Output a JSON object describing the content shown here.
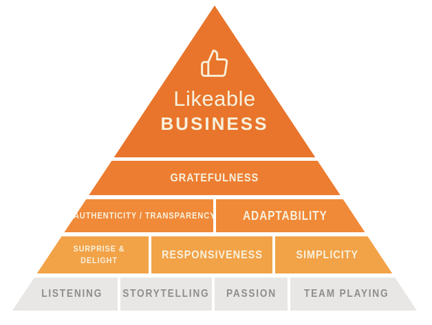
{
  "pyramid": {
    "apex": {
      "icon": "thumbs-up",
      "title_line1": "Likeable",
      "title_line2": "BUSINESS"
    },
    "tiers": [
      {
        "name": "gratefulness-tier",
        "cells": [
          {
            "label": "GRATEFULNESS"
          }
        ]
      },
      {
        "name": "authenticity-adaptability-tier",
        "cells": [
          {
            "label": "AUTHENTICITY / TRANSPARENCY"
          },
          {
            "label": "ADAPTABILITY"
          }
        ]
      },
      {
        "name": "surprise-responsiveness-simplicity-tier",
        "cells": [
          {
            "label": "SURPRISE & DELIGHT"
          },
          {
            "label": "RESPONSIVENESS"
          },
          {
            "label": "SIMPLICITY"
          }
        ]
      },
      {
        "name": "foundation-tier",
        "cells": [
          {
            "label": "LISTENING"
          },
          {
            "label": "STORYTELLING"
          },
          {
            "label": "PASSION"
          },
          {
            "label": "TEAM PLAYING"
          }
        ]
      }
    ],
    "colors": {
      "apex": "#E8752B",
      "tier2": "#ED7D31",
      "tier3": "#F08938",
      "tier4": "#F2A247",
      "tier5": "#E8E7E5",
      "text_light": "#F7F0DC",
      "text_gray": "#8E8E8C",
      "background": "#FFFFFF"
    }
  }
}
